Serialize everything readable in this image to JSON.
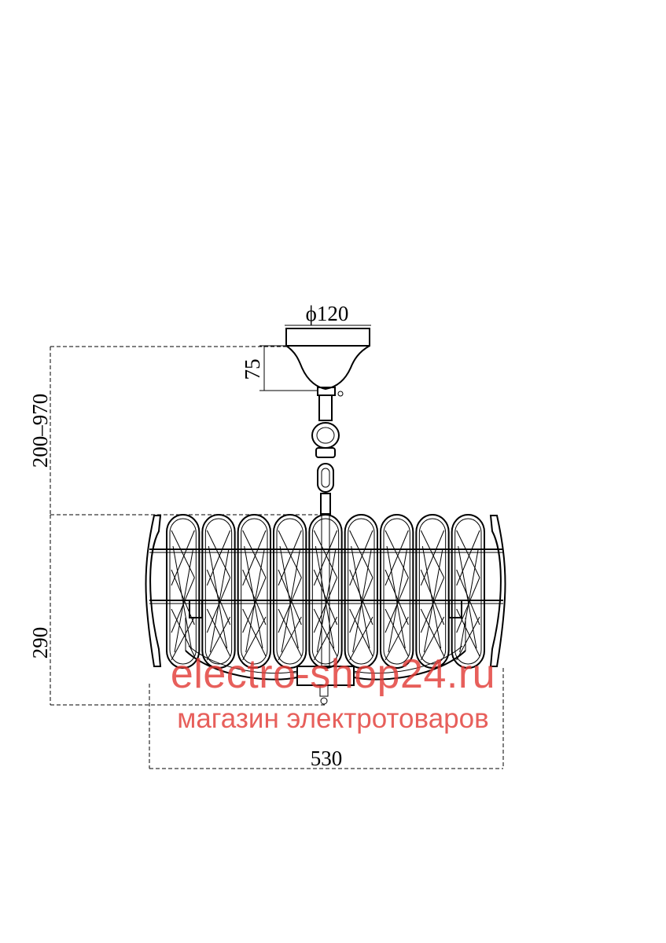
{
  "dimensions": {
    "canopy_diameter": "ϕ120",
    "canopy_height": "75",
    "suspension_range": "200–970",
    "body_height": "290",
    "body_width": "530"
  },
  "watermark": {
    "site": "electro-shop24.ru",
    "tagline": "магазин электротоваров",
    "color": "#e23c37"
  },
  "drawing": {
    "crystal_count": 9,
    "line_color": "#000000"
  }
}
